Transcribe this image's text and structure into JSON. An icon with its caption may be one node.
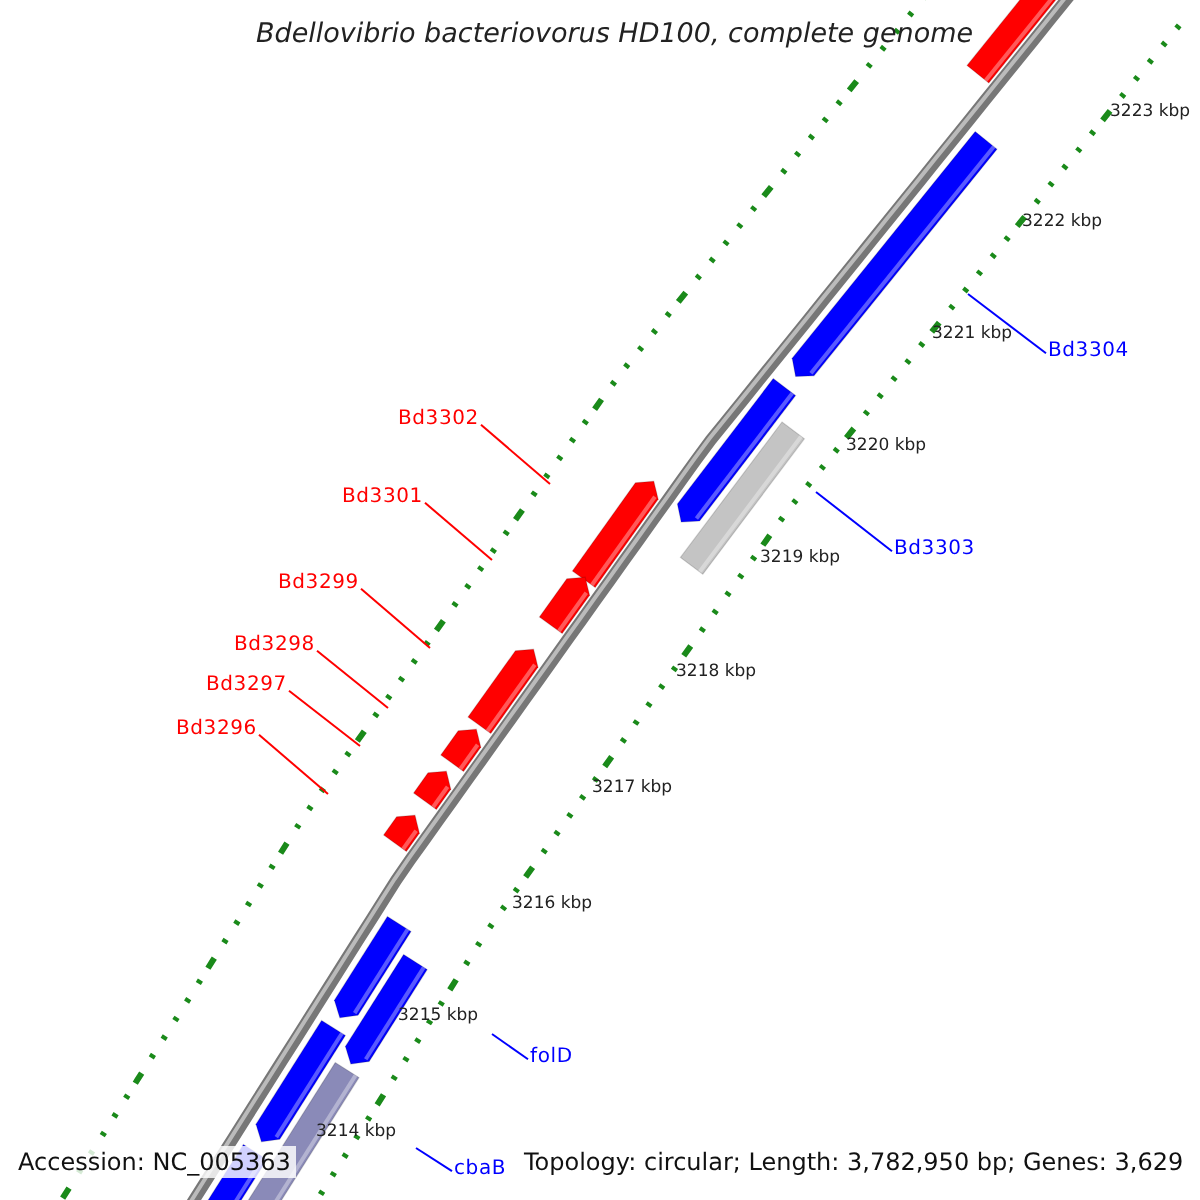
{
  "diagram": {
    "title": "Bdellovibrio bacteriovorus HD100, complete genome",
    "nodes": [
      {
        "text": [
          "Bd3304"
        ]
      },
      {
        "text": [
          "Bd3302"
        ]
      },
      {
        "text": [
          "Bd3301"
        ]
      },
      {
        "text": [
          "Bd3303"
        ]
      },
      {
        "text": [
          "Bd3299"
        ]
      },
      {
        "text": [
          "Bd3298"
        ]
      },
      {
        "text": [
          "Bd3297"
        ]
      },
      {
        "text": [
          "Bd3296"
        ]
      },
      {
        "text": [
          "folD"
        ]
      },
      {
        "text": [
          "cbaB"
        ]
      }
    ],
    "edges": [
      {
        "from": 0,
        "to": null,
        "arrow": "none",
        "color": "#0000ff"
      },
      {
        "from": 1,
        "to": null,
        "arrow": "none"
      },
      {
        "from": 2,
        "to": null,
        "arrow": "none"
      },
      {
        "from": 3,
        "to": null,
        "arrow": "none",
        "color": "#0000ff"
      },
      {
        "from": 4,
        "to": null,
        "arrow": "none"
      },
      {
        "from": 5,
        "to": null,
        "arrow": "none"
      },
      {
        "from": 6,
        "to": null,
        "arrow": "none"
      },
      {
        "from": 7,
        "to": null,
        "arrow": "none"
      },
      {
        "from": 8,
        "to": null,
        "arrow": "none",
        "color": "#0000ff"
      },
      {
        "from": 9,
        "to": null,
        "arrow": "none",
        "color": "#0000ff"
      }
    ],
    "labels": [
      "3223 kbp",
      "3222 kbp",
      "3221 kbp",
      "3220 kbp",
      "3219 kbp",
      "3218 kbp",
      "3217 kbp",
      "3216 kbp",
      "3215 kbp",
      "3214 kbp",
      "Accession: NC_005363",
      "Topology: circular; Length: 3,782,950 bp; Genes: 3,629"
    ]
  }
}
